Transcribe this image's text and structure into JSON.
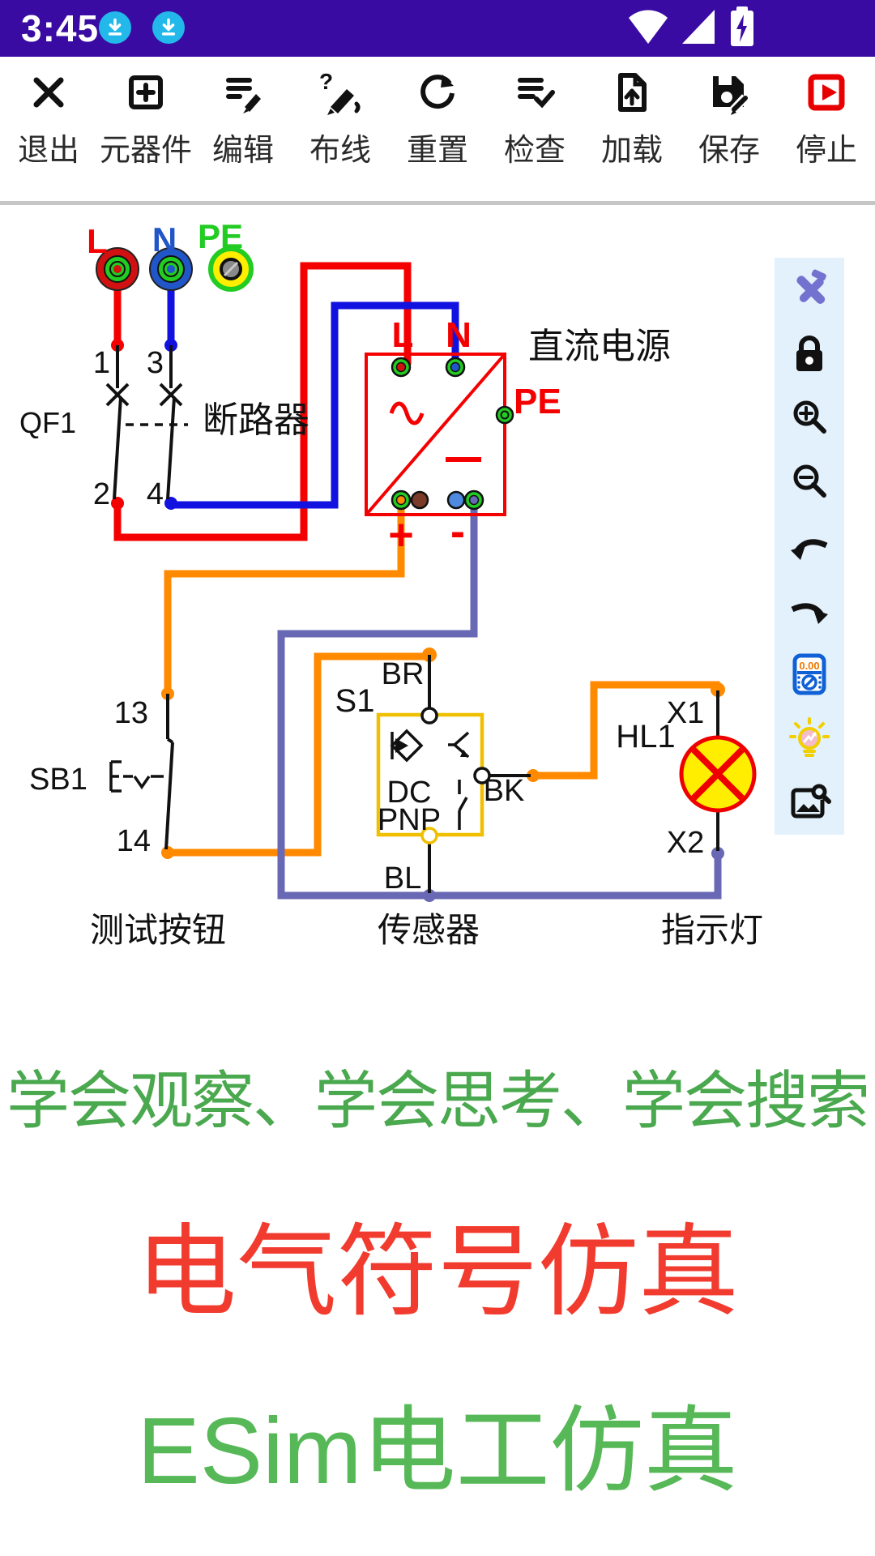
{
  "palette": {
    "statusbar_purple": "#3a0ba3",
    "badge_cyan": "#22b8ea",
    "wire_red": "#f50000",
    "wire_blue": "#1212e0",
    "wire_orange": "#ff8a00",
    "wire_violet": "#6868b4",
    "terminal_green": "#22cc22",
    "terminal_red": "#d11111",
    "terminal_blue": "#2156c8",
    "pe_yellow": "#ffee00",
    "sensor_gold": "#f0c000",
    "lamp_yellow": "#ffee00",
    "lamp_red": "#ee0000",
    "stop_red": "#e80000",
    "panel_blue": "#e3f1fc",
    "meter_blue": "#1061d6",
    "meter_orange": "#f07800",
    "tools_purple": "#7373cf",
    "bulb_yellow": "#f0d000",
    "bulb_pink": "#f4bccb",
    "footer_green1": "#4aa84e",
    "footer_red": "#f23b2f",
    "footer_green2": "#56b856"
  },
  "status_bar": {
    "time": "3:45"
  },
  "toolbar": {
    "items": [
      {
        "label": "退出",
        "icon": "close-icon"
      },
      {
        "label": "元器件",
        "icon": "add-component-icon"
      },
      {
        "label": "编辑",
        "icon": "edit-list-icon"
      },
      {
        "label": "布线",
        "icon": "wiring-pen-icon"
      },
      {
        "label": "重置",
        "icon": "reset-icon"
      },
      {
        "label": "检查",
        "icon": "check-list-icon"
      },
      {
        "label": "加载",
        "icon": "load-file-icon"
      },
      {
        "label": "保存",
        "icon": "save-icon"
      },
      {
        "label": "停止",
        "icon": "stop-icon"
      }
    ]
  },
  "side_toolbar": {
    "meter_display": "0.00",
    "items": [
      {
        "icon": "tools-icon"
      },
      {
        "icon": "lock-icon"
      },
      {
        "icon": "zoom-in-icon"
      },
      {
        "icon": "zoom-out-icon"
      },
      {
        "icon": "undo-icon"
      },
      {
        "icon": "redo-icon"
      },
      {
        "icon": "multimeter-icon"
      },
      {
        "icon": "bulb-icon"
      },
      {
        "icon": "image-search-icon"
      }
    ]
  },
  "circuit": {
    "source_terminals": {
      "l": "L",
      "n": "N",
      "pe": "PE"
    },
    "breaker": {
      "ref": "QF1",
      "name": "断路器",
      "pin1": "1",
      "pin2": "2",
      "pin3": "3",
      "pin4": "4"
    },
    "power_supply": {
      "name": "直流电源",
      "l": "L",
      "n": "N",
      "pe": "PE",
      "plus": "+",
      "minus": "-"
    },
    "button": {
      "ref": "SB1",
      "name": "测试按钮",
      "pin13": "13",
      "pin14": "14"
    },
    "sensor": {
      "ref": "S1",
      "name": "传感器",
      "br": "BR",
      "bk": "BK",
      "bl": "BL",
      "line1": "DC",
      "line2": "PNP"
    },
    "lamp": {
      "ref": "HL1",
      "name": "指示灯",
      "x1": "X1",
      "x2": "X2"
    }
  },
  "footer": {
    "line1": "学会观察、学会思考、学会搜索",
    "line2": "电气符号仿真",
    "line3": "ESim电工仿真"
  }
}
